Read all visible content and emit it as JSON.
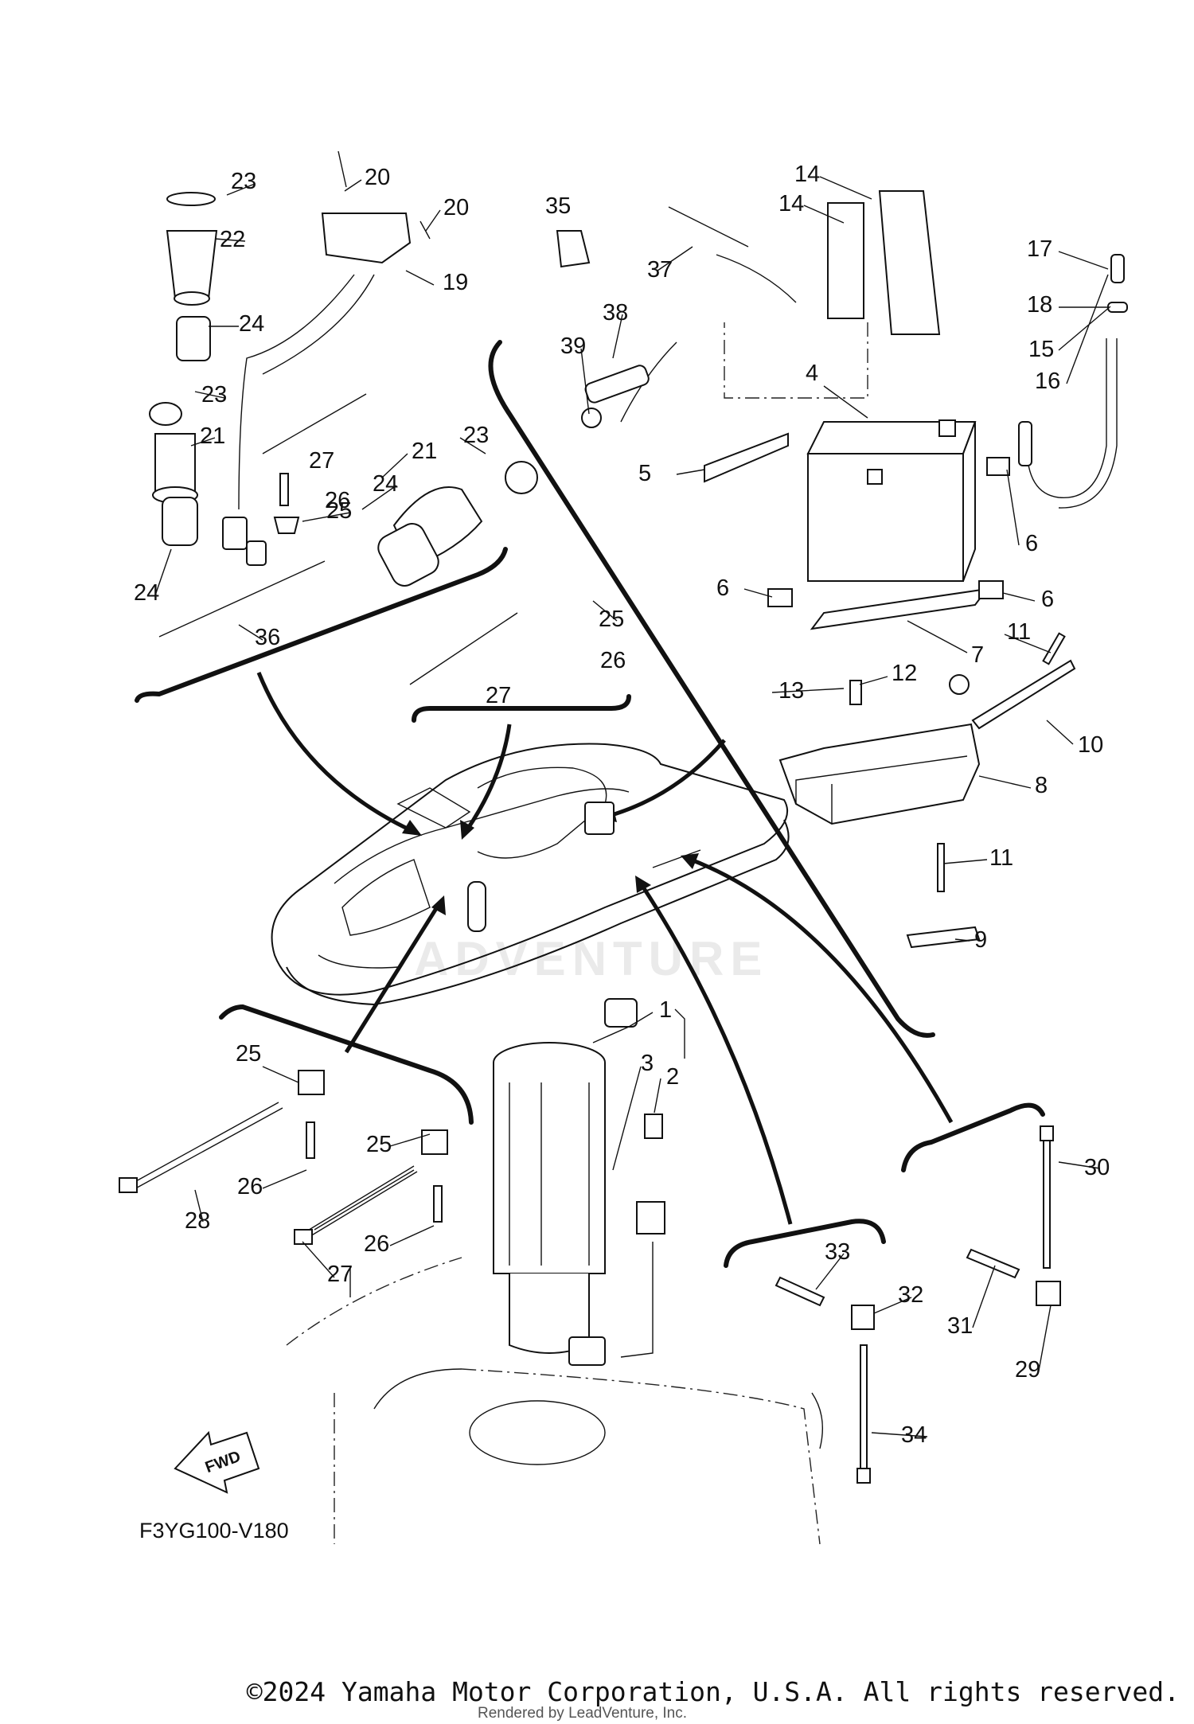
{
  "diagram_code": "F3YG100-V180",
  "fwd_label": "FWD",
  "watermark": "ADVENTURE",
  "copyright": "©2024 Yamaha Motor Corporation, U.S.A. All rights reserved.",
  "rendered_by": "Rendered by LeadVenture, Inc.",
  "callouts": [
    "1",
    "2",
    "3",
    "4",
    "5",
    "6",
    "6",
    "6",
    "7",
    "8",
    "9",
    "10",
    "11",
    "11",
    "12",
    "13",
    "14",
    "14",
    "15",
    "16",
    "17",
    "18",
    "19",
    "20",
    "20",
    "21",
    "21",
    "22",
    "23",
    "23",
    "23",
    "24",
    "24",
    "24",
    "25",
    "25",
    "25",
    "25",
    "26",
    "26",
    "26",
    "26",
    "27",
    "27",
    "27",
    "28",
    "29",
    "30",
    "31",
    "32",
    "33",
    "34",
    "35",
    "36",
    "37",
    "38",
    "39"
  ]
}
